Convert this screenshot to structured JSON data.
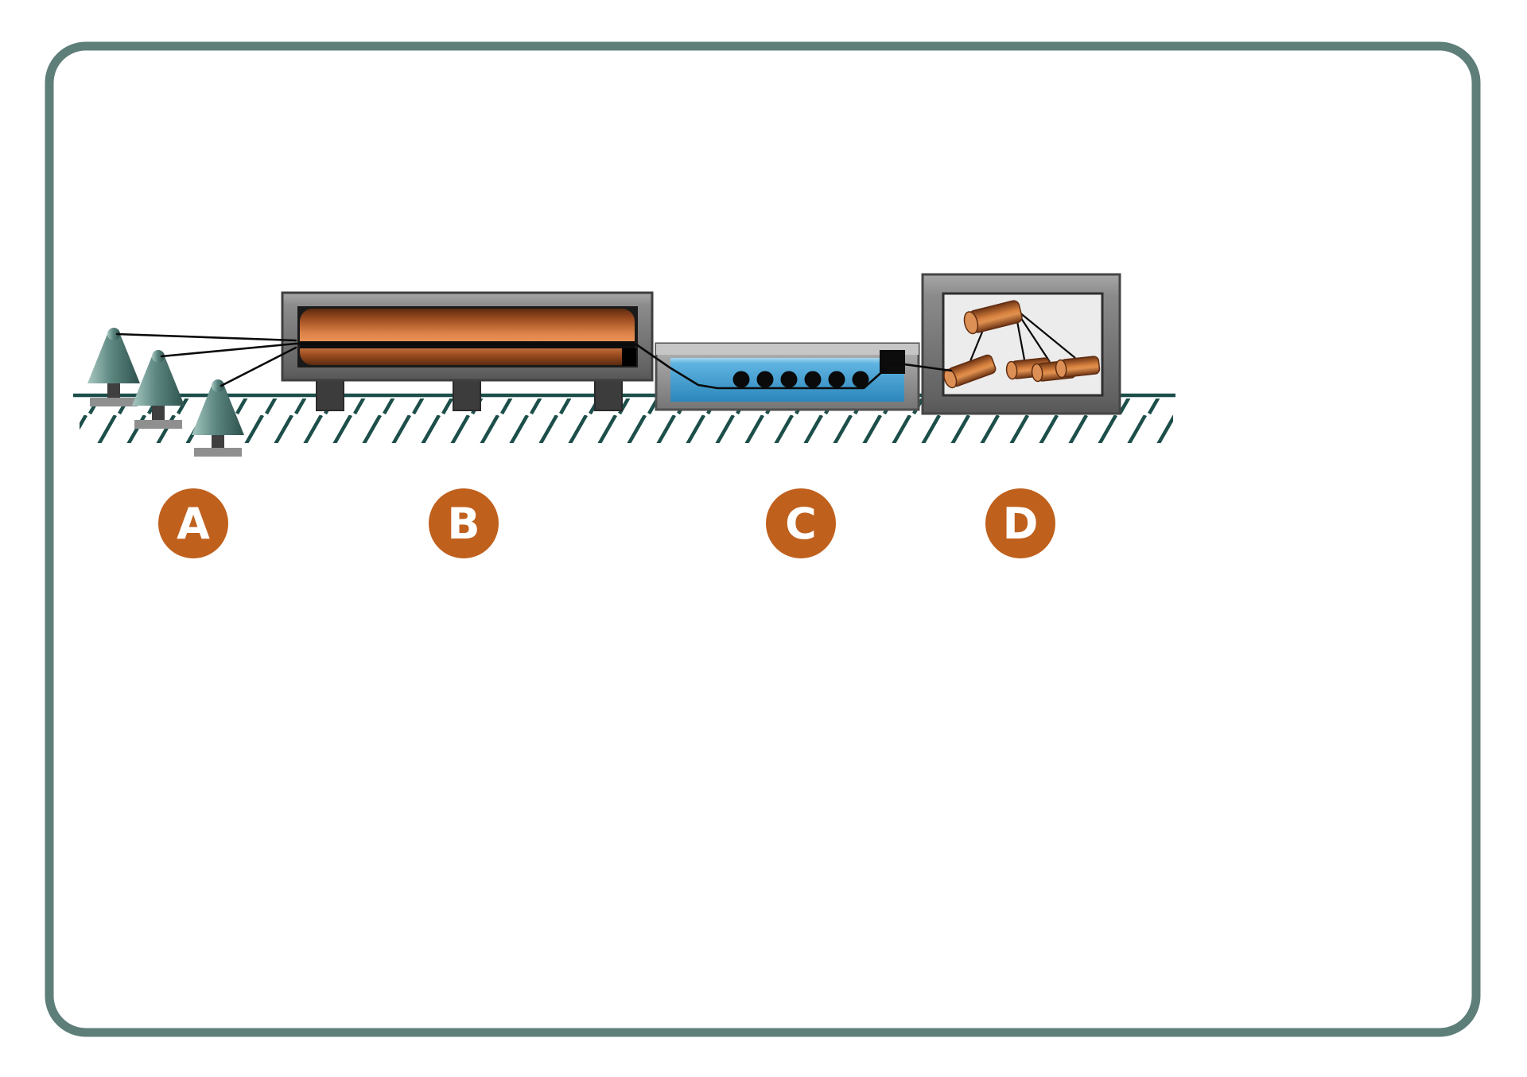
{
  "figure": {
    "type": "process-diagram",
    "stages": [
      {
        "id": "stage-a",
        "label": "A"
      },
      {
        "id": "stage-b",
        "label": "B"
      },
      {
        "id": "stage-c",
        "label": "C"
      },
      {
        "id": "stage-d",
        "label": "D"
      }
    ],
    "colors": {
      "frame_border": "#5e7e79",
      "ground": "#1d4f4a",
      "label_circle": "#c0601d",
      "label_text": "#ffffff",
      "copper": "#d8813f",
      "water": "#49a7d8",
      "cone_teal": "#5d8781",
      "machine_gray": "#8b8b8b",
      "wire": "#0a0a0a"
    }
  }
}
